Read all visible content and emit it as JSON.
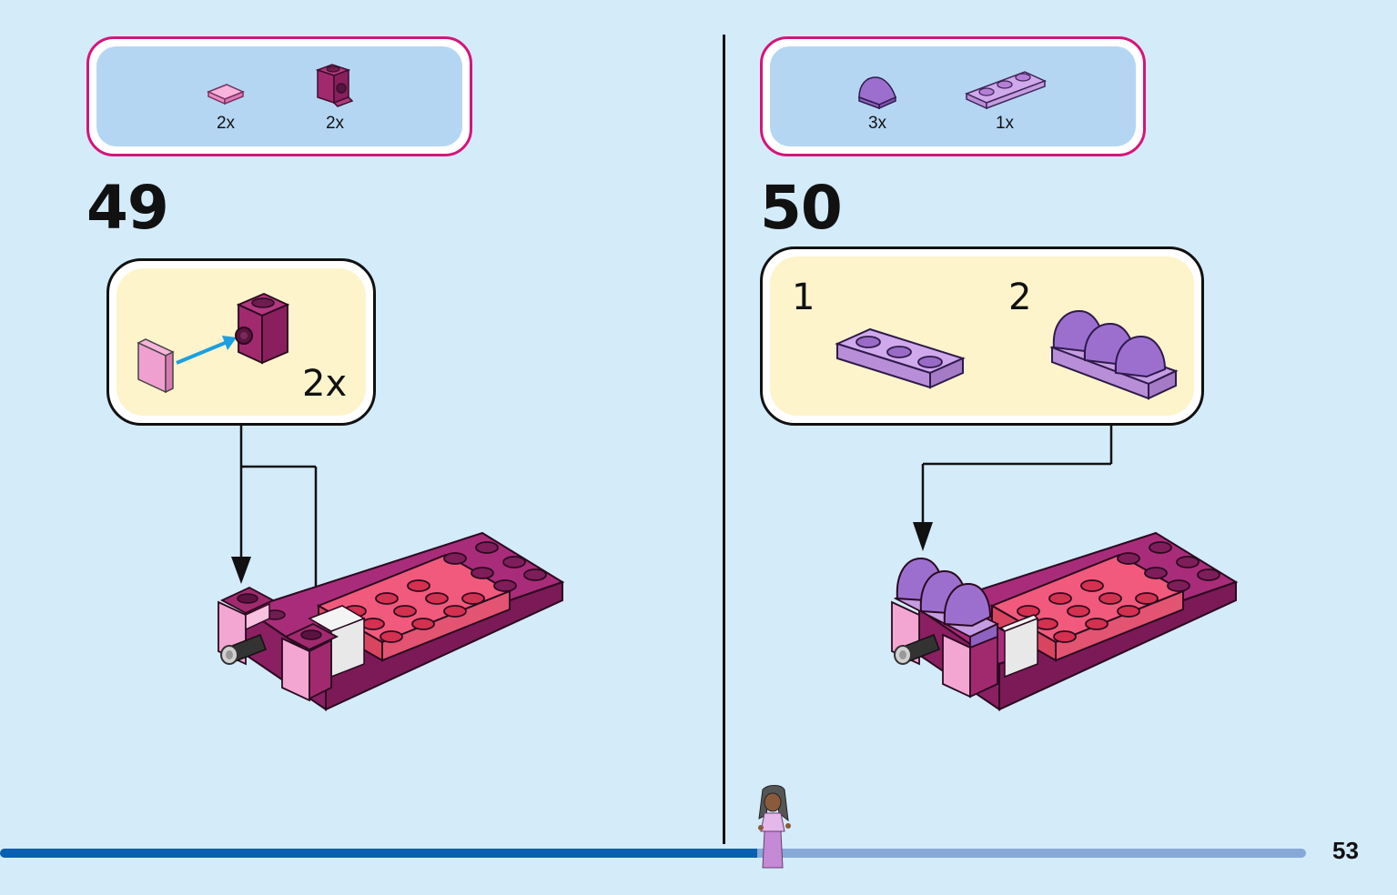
{
  "page_number": "53",
  "progress": 0.58,
  "colors": {
    "page_bg": "#d4ebfa",
    "parts_border": "#d6147a",
    "parts_bg": "#b5d6f3",
    "sub_bg": "#fdf4cc",
    "progress_fill": "#0a5fb0",
    "progress_track": "#86a9d8",
    "arrow_blue": "#1b9fe0"
  },
  "steps": [
    {
      "number": "49",
      "parts": [
        {
          "icon": "pink-tile-icon",
          "qty": "2x"
        },
        {
          "icon": "magenta-bracket-brick-icon",
          "qty": "2x"
        }
      ],
      "sub_assembly": {
        "multiplier": "2x"
      }
    },
    {
      "number": "50",
      "parts": [
        {
          "icon": "lavender-curved-slope-icon",
          "qty": "3x"
        },
        {
          "icon": "lavender-plate-1x3-icon",
          "qty": "1x"
        }
      ],
      "sub_assembly": {
        "labels": [
          "1",
          "2"
        ]
      }
    }
  ]
}
